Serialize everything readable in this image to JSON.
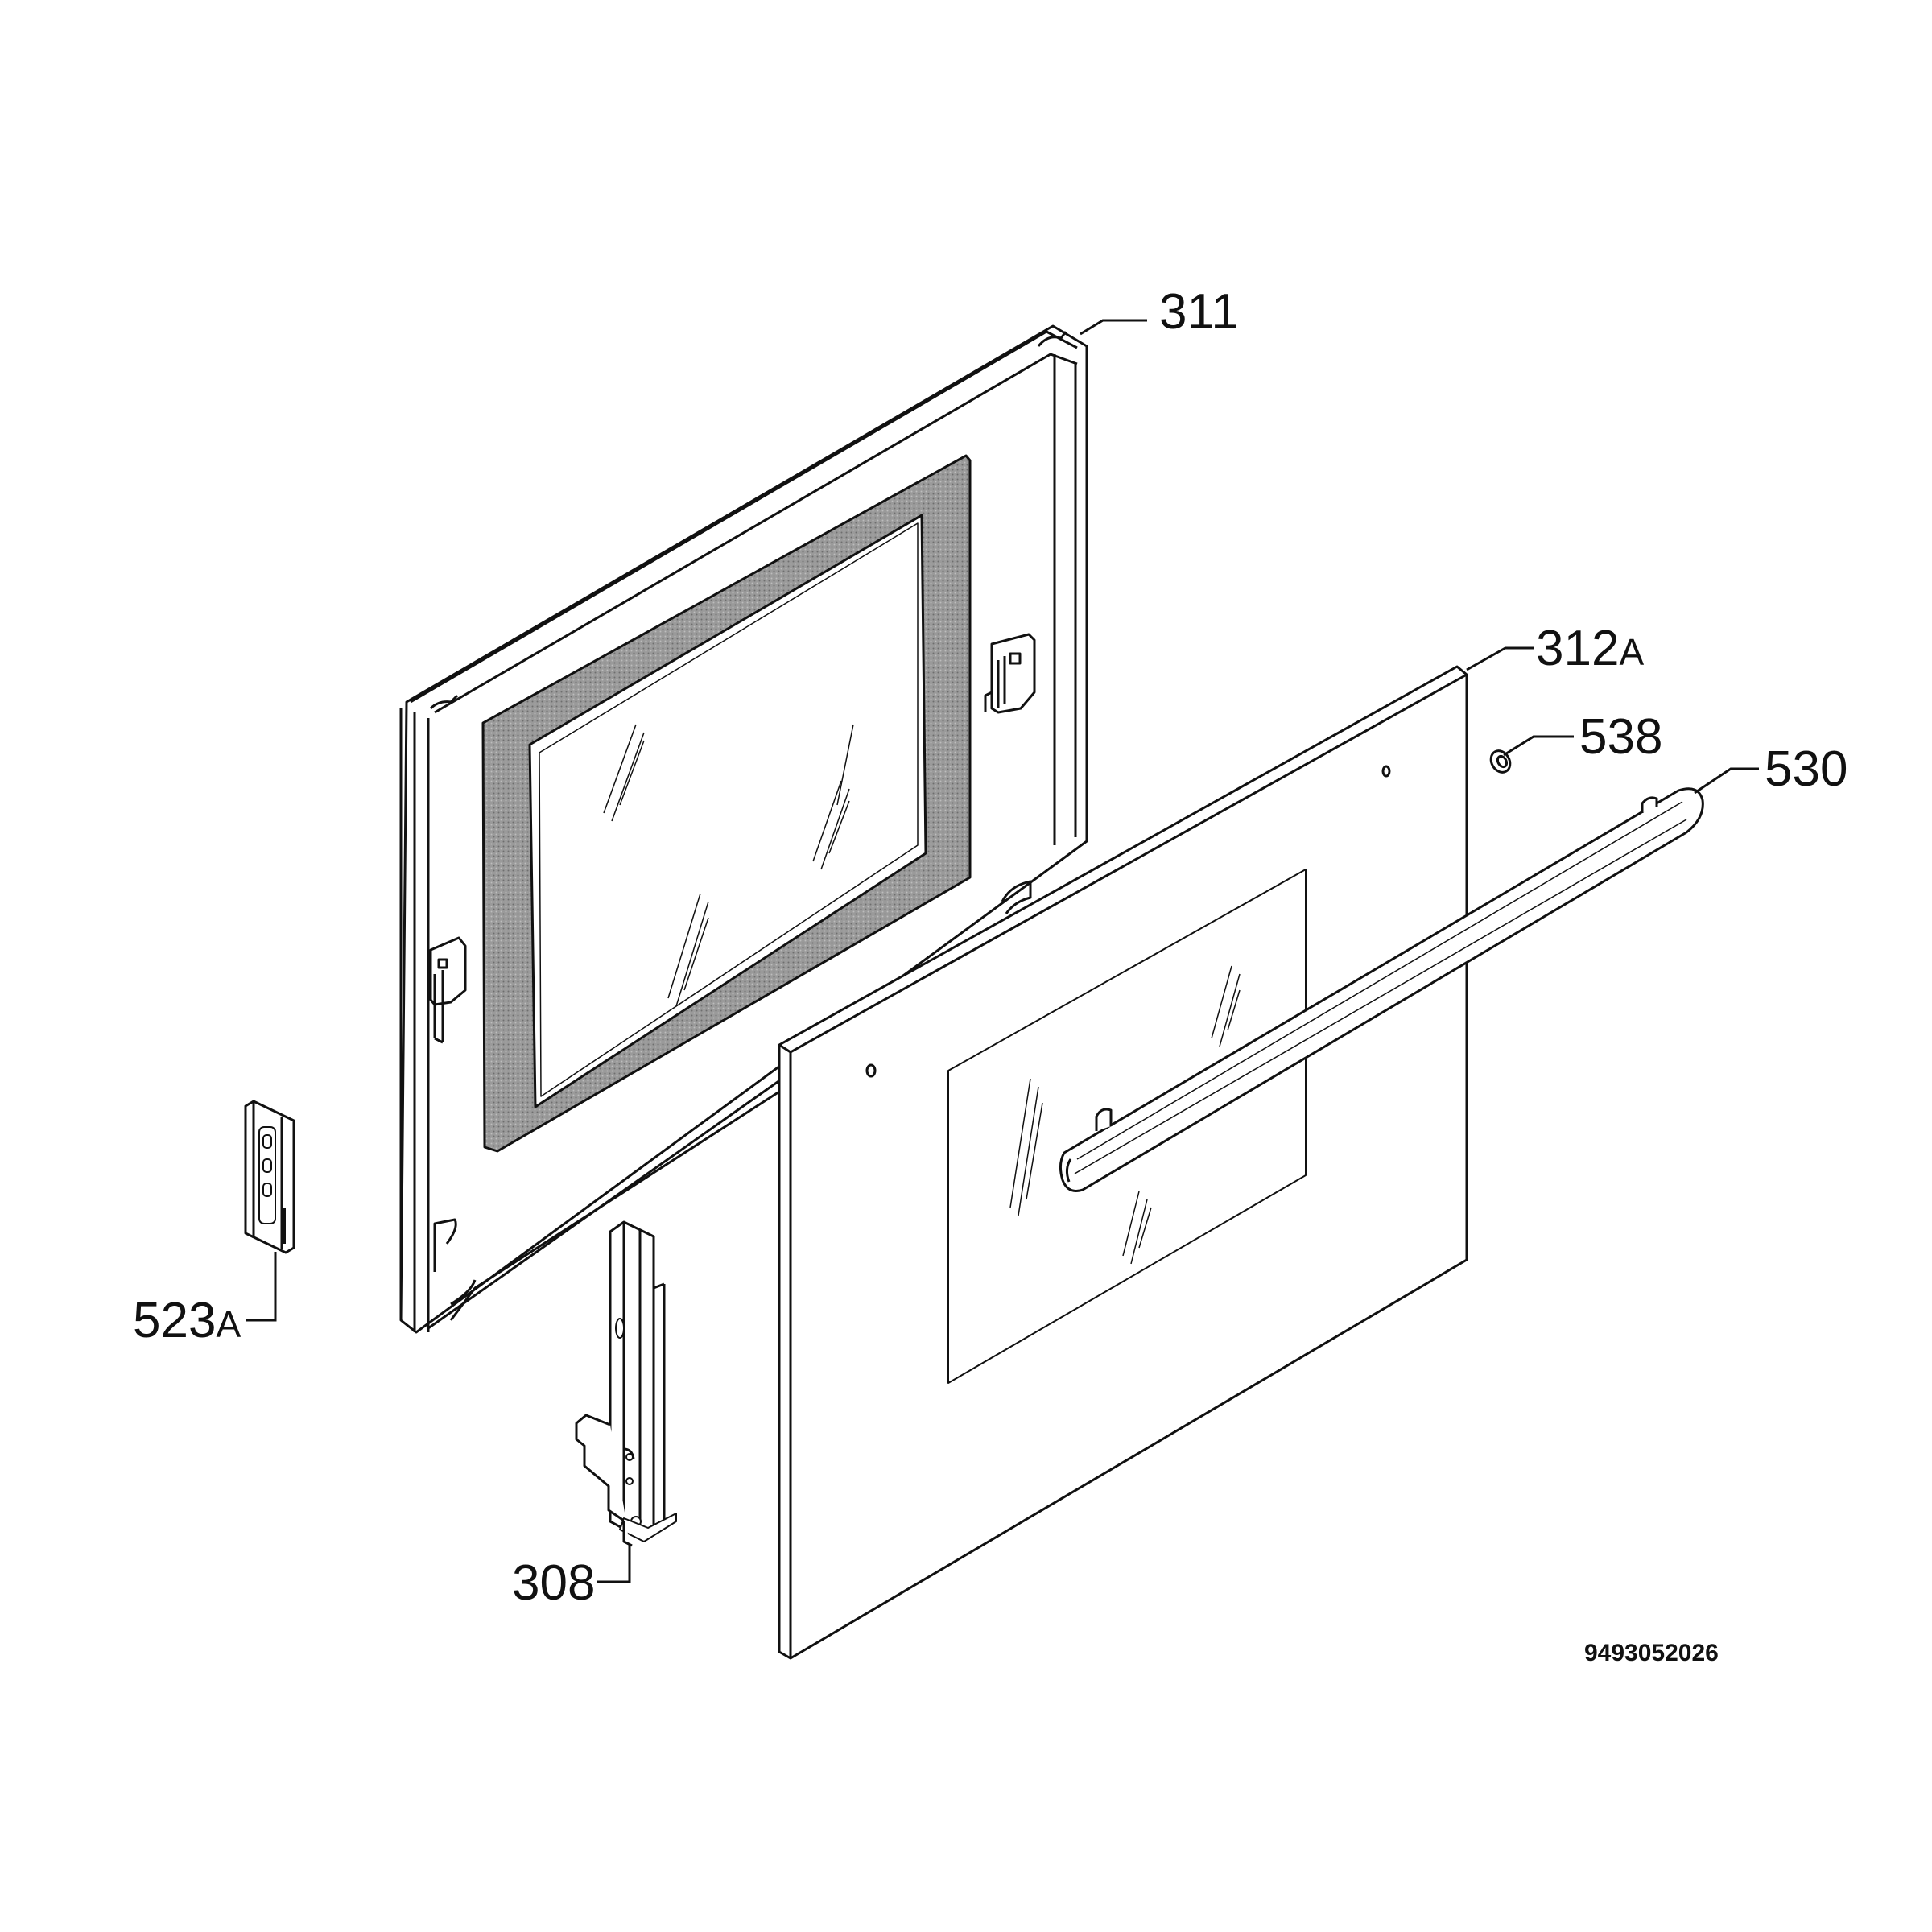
{
  "callouts": {
    "p311": {
      "number": "311",
      "suffix": ""
    },
    "p312a": {
      "number": "312",
      "suffix": "A"
    },
    "p538": {
      "number": "538",
      "suffix": ""
    },
    "p530": {
      "number": "530",
      "suffix": ""
    },
    "p523a": {
      "number": "523",
      "suffix": "A"
    },
    "p308": {
      "number": "308",
      "suffix": ""
    }
  },
  "drawing_number": "9493052026",
  "colors": {
    "line": "#111111",
    "gasket": "#8c8c8c",
    "background": "#ffffff"
  }
}
